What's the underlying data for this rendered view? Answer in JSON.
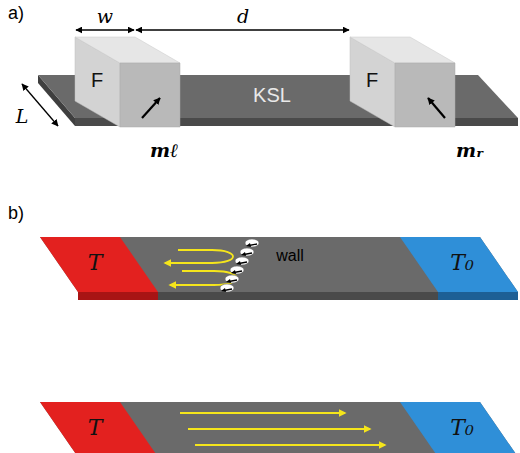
{
  "diagram": {
    "nodes": [
      {
        "text": [
          "KSL"
        ]
      },
      {
        "text": [
          "F"
        ]
      },
      {
        "text": [
          "F"
        ]
      },
      {
        "text": [
          "T"
        ]
      },
      {
        "text": [
          "T₀"
        ]
      },
      {
        "text": [
          "T"
        ]
      },
      {
        "text": [
          "T₀"
        ]
      }
    ],
    "labels": [
      "a)",
      "b)",
      "w",
      "d",
      "L",
      "mℓ",
      "mᵣ",
      "wall"
    ]
  }
}
